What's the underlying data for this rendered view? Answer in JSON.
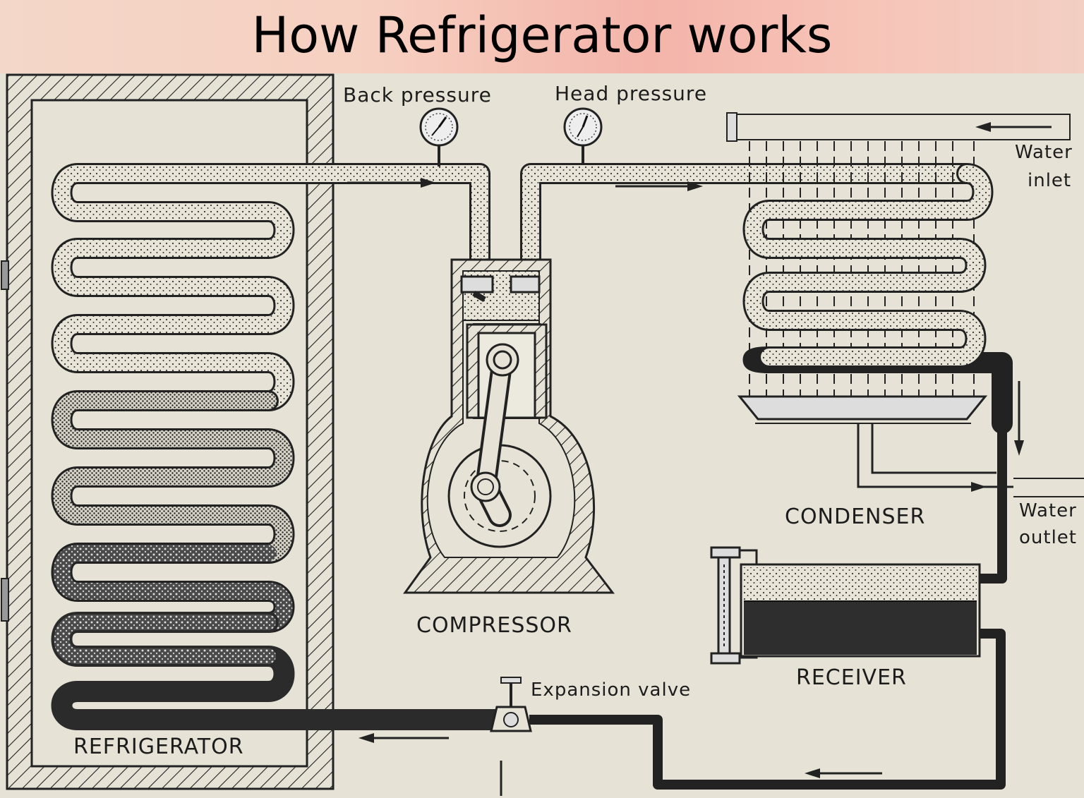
{
  "title": "How Refrigerator works",
  "labels": {
    "back_pressure": "Back pressure",
    "head_pressure": "Head pressure",
    "water_inlet_1": "Water",
    "water_inlet_2": "inlet",
    "water_outlet_1": "Water",
    "water_outlet_2": "outlet",
    "condenser": "CONDENSER",
    "compressor": "COMPRESSOR",
    "receiver": "RECEIVER",
    "expansion_valve": "Expansion valve",
    "refrigerator": "REFRIGERATOR"
  },
  "colors": {
    "background": "#e6e3d6",
    "title_band": "#f4b4aa",
    "ink": "#1c1c1c",
    "liquid": "#2a2a2a"
  }
}
